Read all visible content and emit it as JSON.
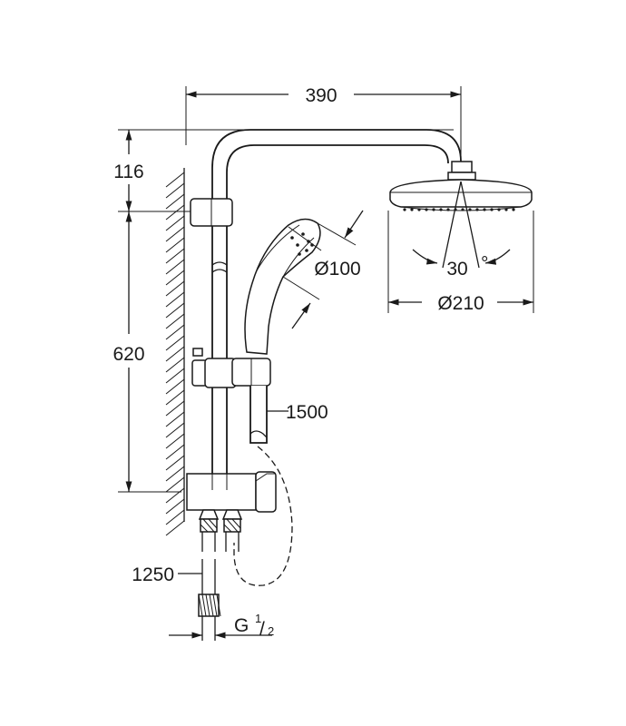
{
  "dimensions": {
    "arm_length": "390",
    "head_offset": "116",
    "rail_length": "620",
    "hand_shower_diameter": "Ø100",
    "head_diameter": "Ø210",
    "spray_angle": "30",
    "spray_angle_unit": "°",
    "shower_hose_length": "1500",
    "supply_hose_length": "1250",
    "connection_thread": "G",
    "connection_fraction_num": "1",
    "connection_fraction_den": "2"
  }
}
